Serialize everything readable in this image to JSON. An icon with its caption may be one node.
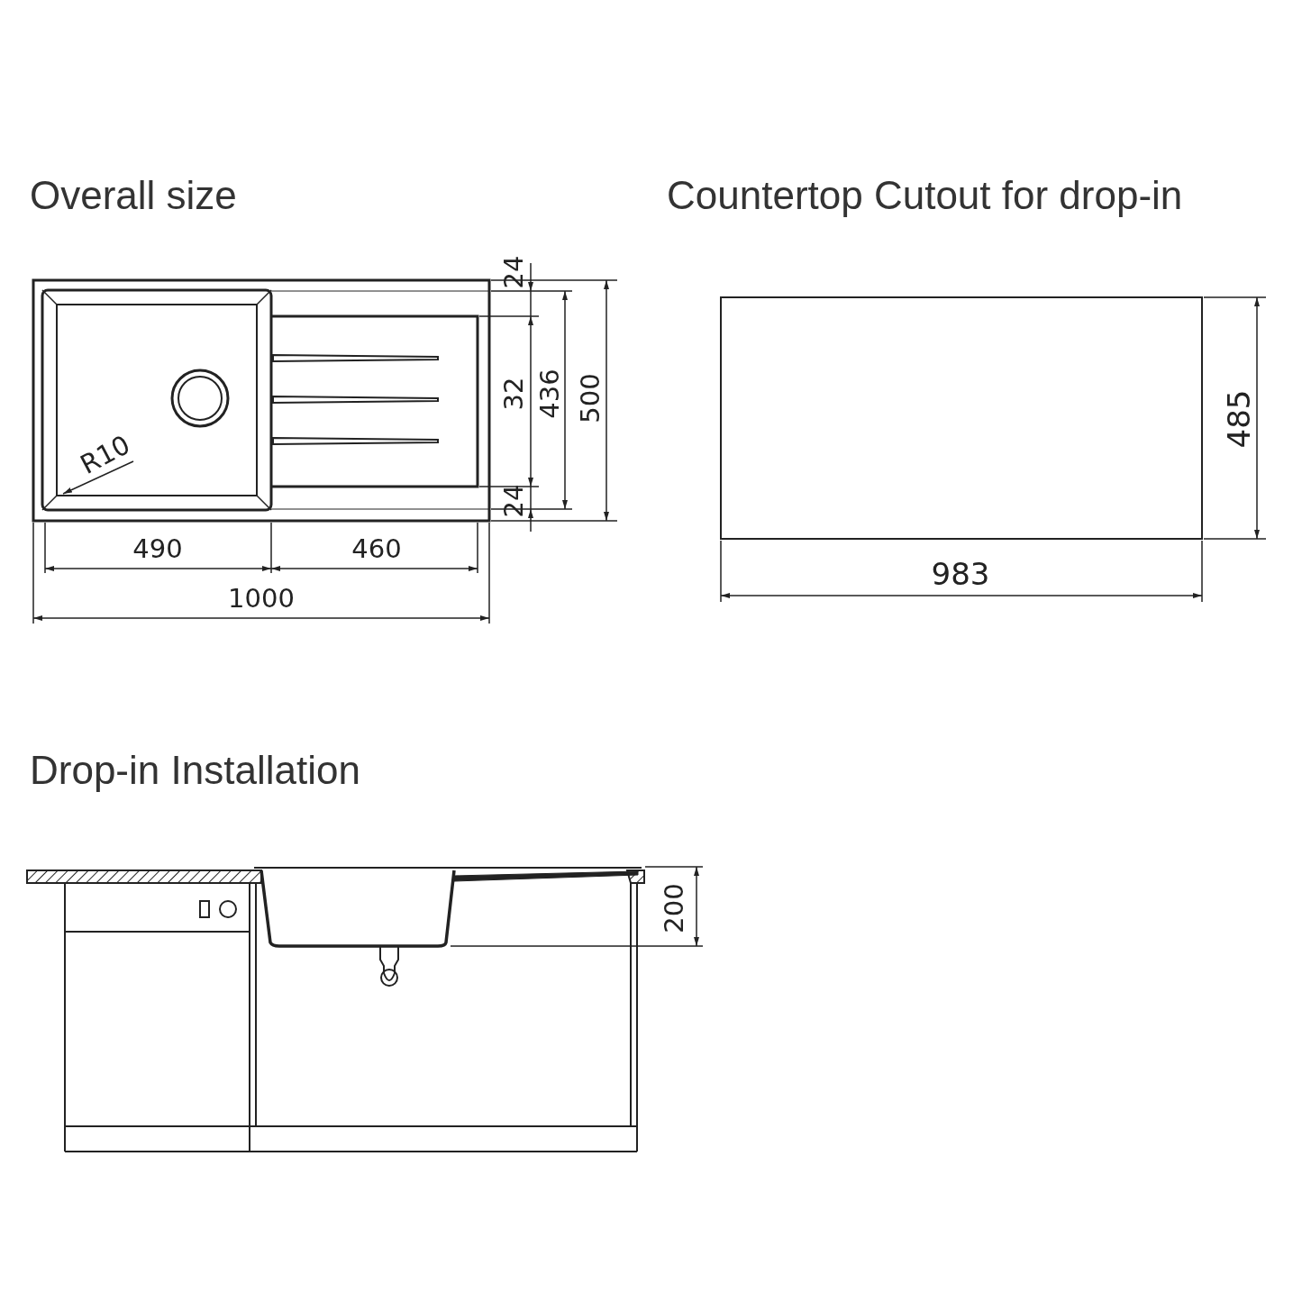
{
  "diagram": {
    "labels": [
      "Overall size",
      "Countertop Cutout for drop-in",
      "24",
      "32",
      "436",
      "500",
      "R10",
      "24",
      "485",
      "490",
      "460",
      "983",
      "1000",
      "Drop-in Installation",
      "200"
    ]
  }
}
